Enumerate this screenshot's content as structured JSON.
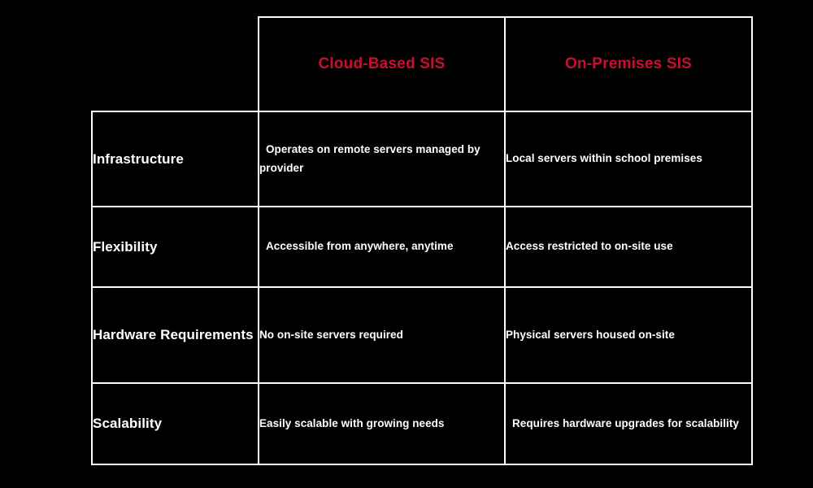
{
  "theme": {
    "background": "#000000",
    "border": "#ffffff",
    "accent_red": "#c8102e",
    "text": "#ffffff"
  },
  "brand": {
    "logo_name": "brand-logo-icon",
    "logo_color": "#c8102e",
    "logo_outline": "#ffffff"
  },
  "table": {
    "columns": [
      {
        "key": "label",
        "label": ""
      },
      {
        "key": "cloud",
        "label": "Cloud-Based SIS"
      },
      {
        "key": "onprem",
        "label": "On-Premises SIS"
      }
    ],
    "rows": [
      {
        "label": "Infrastructure",
        "cloud": "Operates on remote servers managed by provider",
        "onprem": "Local servers within school premises"
      },
      {
        "label": "Flexibility",
        "cloud": "Accessible from anywhere, anytime",
        "onprem": "Access restricted to on-site use"
      },
      {
        "label": "Hardware Requirements",
        "cloud": "No on-site servers required",
        "onprem": "Physical servers housed on-site"
      },
      {
        "label": "Scalability",
        "cloud": "Easily scalable with growing needs",
        "onprem": "Requires hardware upgrades for scalability"
      }
    ]
  }
}
